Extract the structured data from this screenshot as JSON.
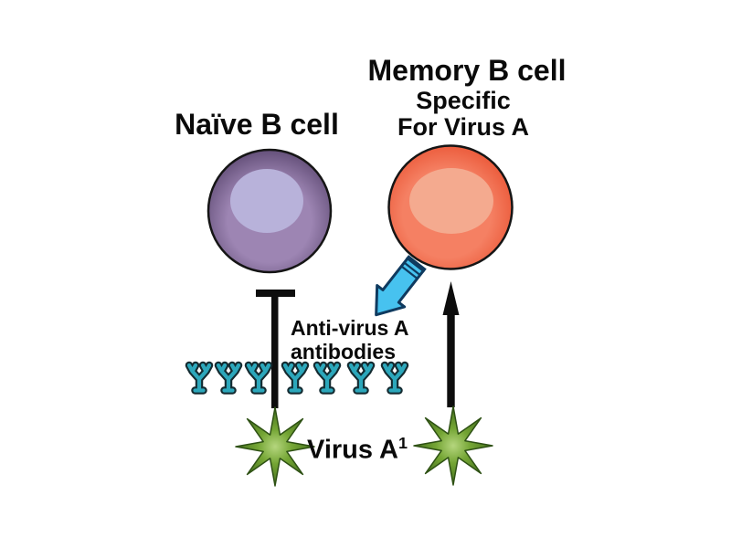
{
  "diagram": {
    "naive_cell": {
      "title": "Naïve B cell"
    },
    "memory_cell": {
      "title": "Memory B cell",
      "subtitle_line1": "Specific",
      "subtitle_line2": "For Virus A"
    },
    "antibody_label": {
      "line1": "Anti-virus A",
      "line2": "antibodies"
    },
    "virus_label": {
      "text": "Virus A",
      "superscript": "1"
    },
    "antibodies": {
      "count": 7
    },
    "viruses": {
      "count": 2
    },
    "colors": {
      "background": "#ffffff",
      "text_black": "#0a0a0a",
      "line_black": "#0d0d0d",
      "naive_cell_mid": "#9d85b3",
      "naive_cell_outer": "#5b4770",
      "naive_nucleus": "#b8b2da",
      "memory_cell_mid": "#f58063",
      "memory_cell_outer": "#e74b2a",
      "memory_nucleus": "#f4aa8f",
      "cell_outline": "#151515",
      "virus_green_light": "#b5d67e",
      "virus_green_mid": "#74a534",
      "virus_green_dark": "#3d681b",
      "virus_outline": "#2e5114",
      "antibody_teal": "#2ca7bb",
      "antibody_outline": "#142b31",
      "arrow_cyan": "#47c2ef",
      "arrow_outline": "#0f3a5f"
    }
  }
}
